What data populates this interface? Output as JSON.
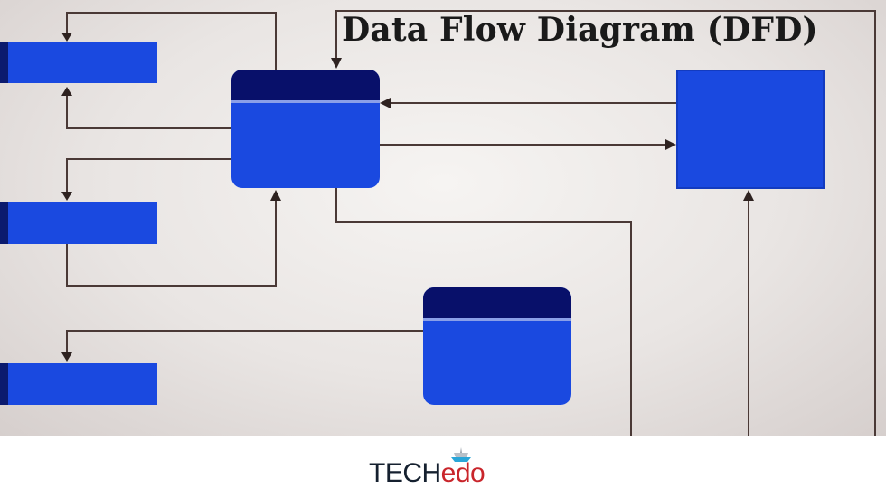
{
  "diagram": {
    "title": "Data Flow Diagram (DFD)"
  },
  "footer": {
    "logo": {
      "text_part1": "TECH",
      "text_part2": "edo",
      "icon": "boat-icon"
    }
  },
  "colors": {
    "box_fill": "#1a49e0",
    "box_header": "#08106a",
    "flow_line": "#4a3936",
    "background": "#e9e5e3",
    "logo_dark": "#15202f",
    "logo_red": "#c9252b"
  }
}
